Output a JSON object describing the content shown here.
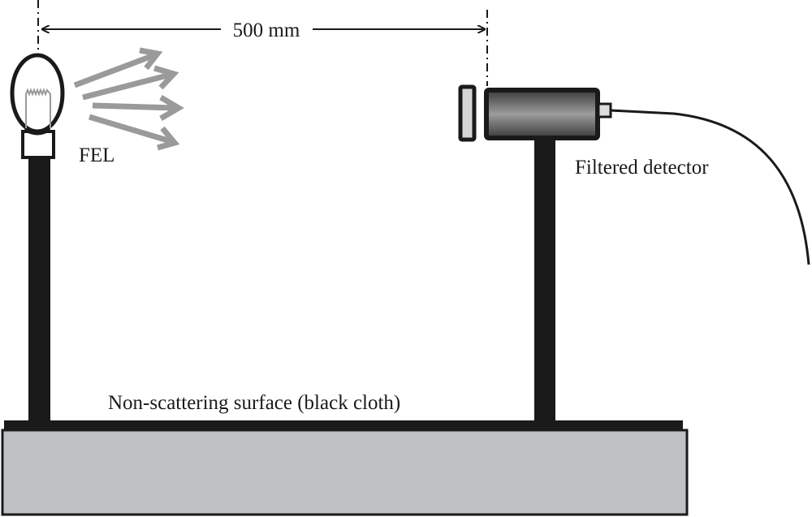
{
  "labels": {
    "distance": "500 mm",
    "source": "FEL",
    "detector": "Filtered detector",
    "surface": "Non-scattering surface (black cloth)"
  },
  "colors": {
    "ink": "#1a1a1a",
    "ray": "#9a9a9a",
    "bench": "#c0c1c3",
    "filter": "#d4d5d7"
  }
}
